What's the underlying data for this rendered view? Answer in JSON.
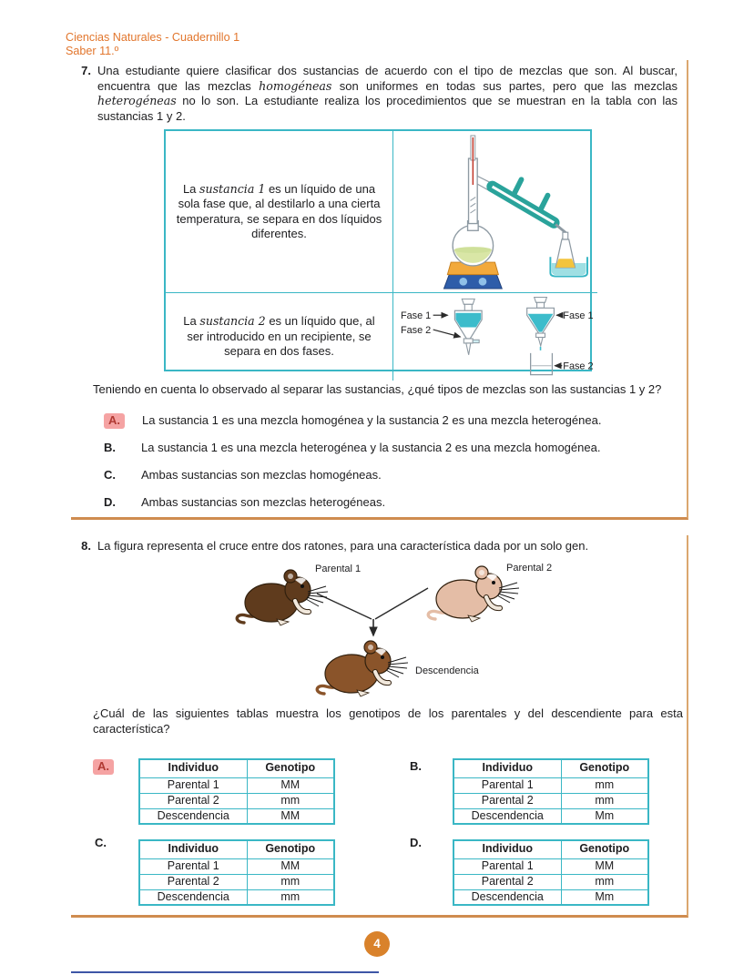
{
  "colors": {
    "accent_orange": "#e2762d",
    "bracket_tan": "#dba76f",
    "table_teal": "#3ab7c5",
    "highlight_pink": "#f5a3a3",
    "highlight_red": "#b03a33",
    "page_badge_orange": "#d9822b"
  },
  "page": {
    "header_line1": "Ciencias Naturales - Cuadernillo 1",
    "header_line2": "Saber 11.º",
    "page_number": "4"
  },
  "q7": {
    "number": "7.",
    "intro": {
      "p1": "Una estudiante quiere clasificar dos sustancias de acuerdo con el tipo de mezclas que son. Al buscar, encuentra que las mezclas ",
      "it1": "homogéneas",
      "p2": " son uniformes en todas sus partes, pero que las mezclas ",
      "it2": "heterogéneas",
      "p3": " no lo son. La estudiante realiza los procedimientos que se muestran en la tabla con las sustancias 1 y 2."
    },
    "table": {
      "row1": {
        "pre": "La ",
        "it": "sustancia 1",
        "post": " es un líquido de una sola fase que, al destilarlo a una cierta temperatura, se separa en dos líquidos diferentes."
      },
      "row2": {
        "pre": "La ",
        "it": "sustancia 2",
        "post": " es un líquido que, al ser introducido en un recipiente, se separa en dos fases."
      },
      "fase1": "Fase 1",
      "fase2": "Fase 2"
    },
    "question": "Teniendo en cuenta lo observado al separar las sustancias, ¿qué tipos de mezclas son las sustancias 1 y 2?",
    "options": [
      {
        "letter": "A.",
        "text": "La sustancia 1 es una mezcla homogénea y la sustancia 2 es una mezcla heterogénea."
      },
      {
        "letter": "B.",
        "text": "La sustancia 1 es una mezcla heterogénea y la sustancia 2 es una mezcla homogénea."
      },
      {
        "letter": "C.",
        "text": "Ambas sustancias son mezclas homogéneas."
      },
      {
        "letter": "D.",
        "text": "Ambas sustancias son mezclas heterogéneas."
      }
    ]
  },
  "q8": {
    "number": "8.",
    "intro": "La figura representa el cruce entre dos ratones, para una característica dada por un solo gen.",
    "figure": {
      "parental1": "Parental 1",
      "parental2": "Parental 2",
      "descendencia": "Descendencia"
    },
    "question": "¿Cuál de las siguientes tablas muestra los genotipos de los parentales y del descendiente para esta característica?",
    "table_headers": [
      "Individuo",
      "Genotipo"
    ],
    "tables": [
      {
        "letter": "A.",
        "rows": [
          [
            "Parental 1",
            "MM"
          ],
          [
            "Parental 2",
            "mm"
          ],
          [
            "Descendencia",
            "MM"
          ]
        ]
      },
      {
        "letter": "B.",
        "rows": [
          [
            "Parental 1",
            "mm"
          ],
          [
            "Parental 2",
            "mm"
          ],
          [
            "Descendencia",
            "Mm"
          ]
        ]
      },
      {
        "letter": "C.",
        "rows": [
          [
            "Parental 1",
            "MM"
          ],
          [
            "Parental 2",
            "mm"
          ],
          [
            "Descendencia",
            "mm"
          ]
        ]
      },
      {
        "letter": "D.",
        "rows": [
          [
            "Parental 1",
            "MM"
          ],
          [
            "Parental 2",
            "mm"
          ],
          [
            "Descendencia",
            "Mm"
          ]
        ]
      }
    ]
  }
}
